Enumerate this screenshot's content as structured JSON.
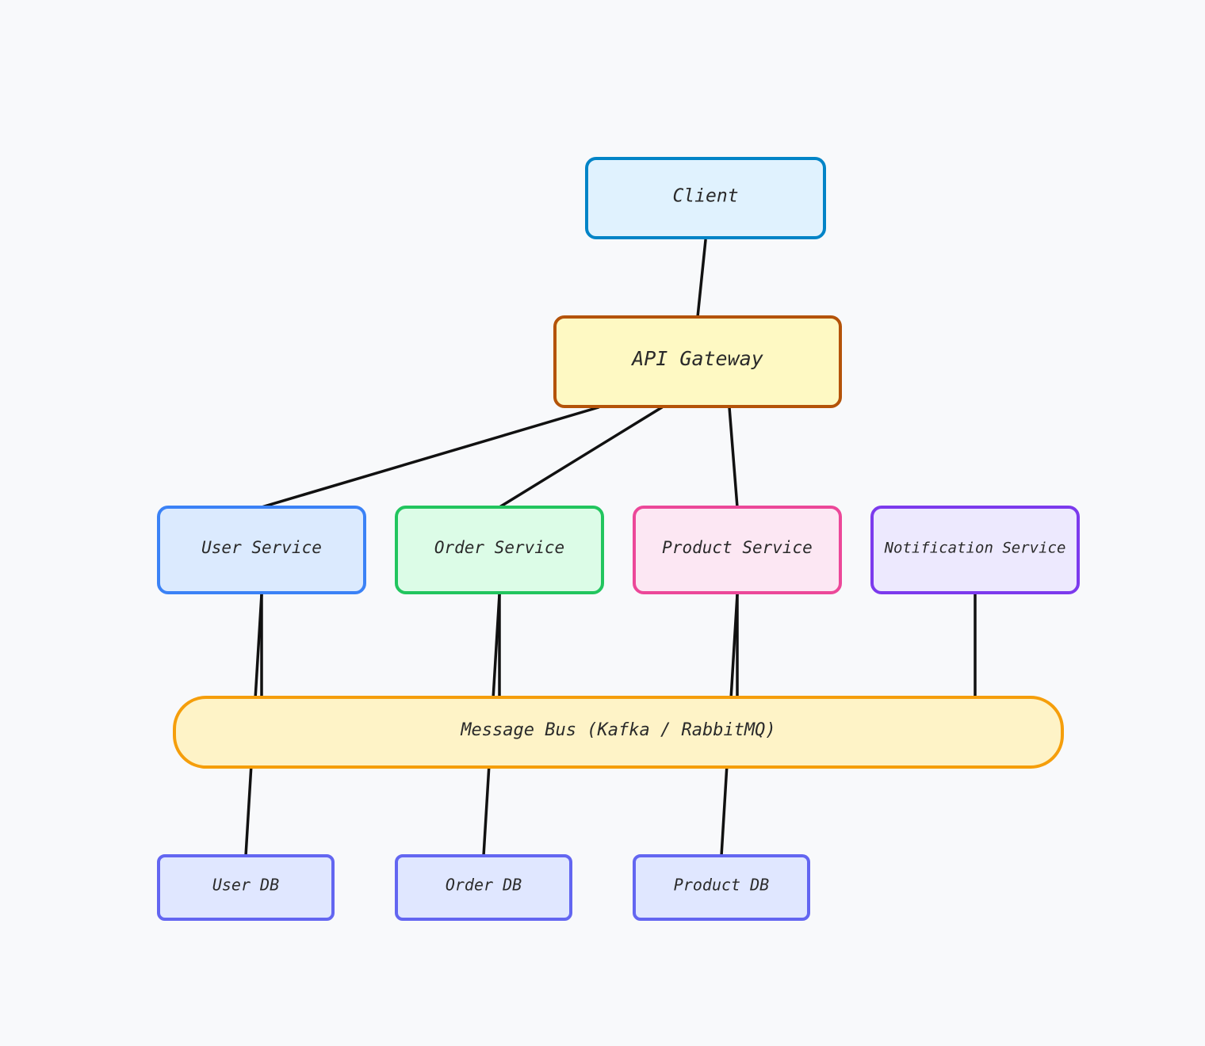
{
  "diagram": {
    "nodes": {
      "client": {
        "label": "Client",
        "fill": "#e0f2fe",
        "stroke": "#0284c7"
      },
      "gateway": {
        "label": "API Gateway",
        "fill": "#fef9c3",
        "stroke": "#b45309"
      },
      "user_service": {
        "label": "User Service",
        "fill": "#dbeafe",
        "stroke": "#3b82f6"
      },
      "order_service": {
        "label": "Order Service",
        "fill": "#dcfce7",
        "stroke": "#22c55e"
      },
      "product_service": {
        "label": "Product Service",
        "fill": "#fce7f3",
        "stroke": "#ec4899"
      },
      "notification_service": {
        "label": "Notification Service",
        "fill": "#ede9fe",
        "stroke": "#7c3aed"
      },
      "message_bus": {
        "label": "Message Bus (Kafka / RabbitMQ)",
        "fill": "#fef3c7",
        "stroke": "#f59e0b"
      },
      "user_db": {
        "label": "User DB",
        "fill": "#e0e7ff",
        "stroke": "#6366f1"
      },
      "order_db": {
        "label": "Order DB",
        "fill": "#e0e7ff",
        "stroke": "#6366f1"
      },
      "product_db": {
        "label": "Product DB",
        "fill": "#e0e7ff",
        "stroke": "#6366f1"
      }
    },
    "edges": [
      {
        "from": "client",
        "to": "gateway"
      },
      {
        "from": "gateway",
        "to": "user_service"
      },
      {
        "from": "gateway",
        "to": "order_service"
      },
      {
        "from": "gateway",
        "to": "product_service"
      },
      {
        "from": "user_service",
        "to": "message_bus"
      },
      {
        "from": "order_service",
        "to": "message_bus"
      },
      {
        "from": "product_service",
        "to": "message_bus"
      },
      {
        "from": "notification_service",
        "to": "message_bus"
      },
      {
        "from": "user_service",
        "to": "user_db"
      },
      {
        "from": "order_service",
        "to": "order_db"
      },
      {
        "from": "product_service",
        "to": "product_db"
      }
    ]
  }
}
